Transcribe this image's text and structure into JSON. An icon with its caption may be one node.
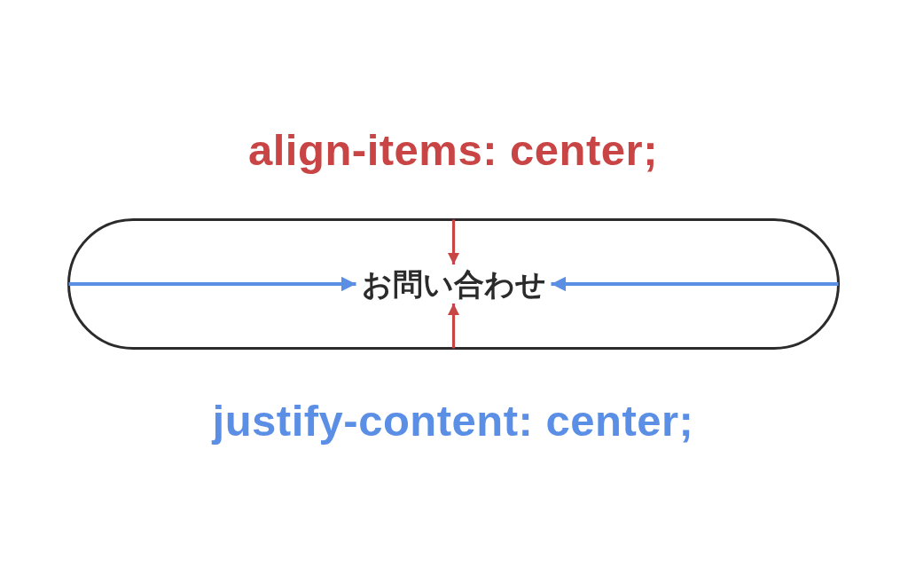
{
  "diagram": {
    "nodes": [
      {
        "text": [],
        "shape": "pill"
      },
      {
        "text": [
          "お問い合わせ"
        ],
        "in": 0
      }
    ],
    "edges": [
      {
        "from": 0,
        "to": 1,
        "arrow": "to",
        "color": "#c94545"
      },
      {
        "from": 0,
        "to": 1,
        "arrow": "to",
        "color": "#5b8fe6"
      },
      {
        "from": 0,
        "to": 1,
        "arrow": "to",
        "color": "#5b8fe6"
      },
      {
        "from": 0,
        "to": 1,
        "arrow": "to",
        "color": "#c94545"
      }
    ],
    "labels": [
      "align-items: center;",
      "justify-content: center;"
    ]
  }
}
